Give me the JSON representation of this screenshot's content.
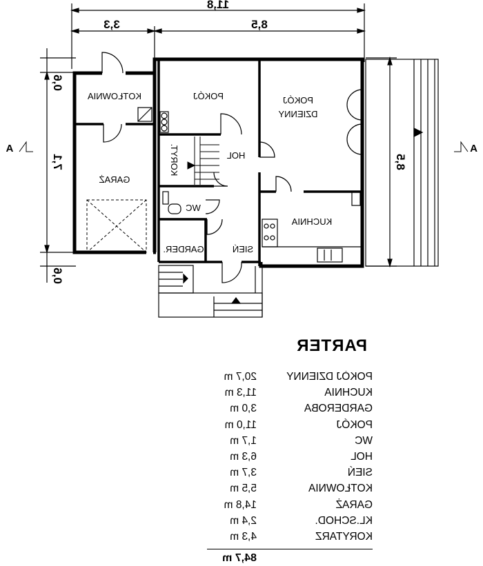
{
  "plan": {
    "dimensions": {
      "overall_width": "11,8",
      "left_width": "3,3",
      "right_width": "8,5",
      "depth_left": "7,1",
      "depth_right": "8,5",
      "offset_top": "0,6",
      "offset_bottom": "0,6"
    },
    "section_marks": {
      "left": "A",
      "right": "A"
    },
    "rooms": {
      "kotlownia": "KOTŁOWNIA",
      "pokoj": "POKÓJ",
      "pokoj_dzienny_line1": "POKÓJ",
      "pokoj_dzienny_line2": "DZIENNY",
      "hol": "HOL",
      "korytarz": "KORYT.",
      "garaz": "GARAŻ",
      "wc": "WC",
      "kuchnia": "KUCHNIA",
      "garderoba": "GARDER.",
      "sien": "SIEŃ"
    }
  },
  "legend": {
    "title": "PARTER",
    "unit": "m",
    "rows": [
      {
        "room": "POKÓJ DZIENNY",
        "area": "20,7 m"
      },
      {
        "room": "KUCHNIA",
        "area": "11,3 m"
      },
      {
        "room": "GARDEROBA",
        "area": "3,0 m"
      },
      {
        "room": "POKÓJ",
        "area": "11,0 m"
      },
      {
        "room": "WC",
        "area": "1,7 m"
      },
      {
        "room": "HOL",
        "area": "6,3 m"
      },
      {
        "room": "SIEŃ",
        "area": "3,7 m"
      },
      {
        "room": "KOTŁOWNIA",
        "area": "5,5 m"
      },
      {
        "room": "GARAŻ",
        "area": "14,8 m"
      },
      {
        "room": "KL.SCHOD.",
        "area": "2,4 m"
      },
      {
        "room": "KORYTARZ",
        "area": "4,3 m"
      }
    ],
    "total": "84,7 m"
  }
}
